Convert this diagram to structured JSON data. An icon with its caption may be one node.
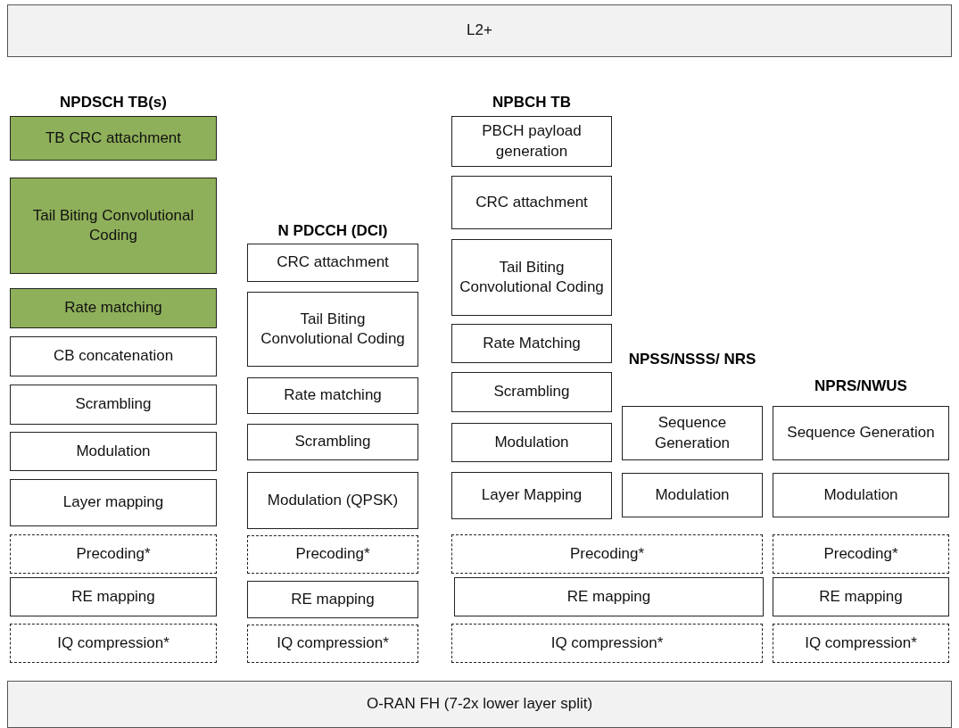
{
  "diagram": {
    "nodes": [
      {
        "text": [
          "L2+"
        ]
      },
      {
        "text": [
          "TB CRC attachment"
        ]
      },
      {
        "text": [
          "Tail Biting Convolutional Coding"
        ]
      },
      {
        "text": [
          "Rate matching"
        ]
      },
      {
        "text": [
          "CB concatenation"
        ]
      },
      {
        "text": [
          "Scrambling"
        ]
      },
      {
        "text": [
          "Modulation"
        ]
      },
      {
        "text": [
          "Layer mapping"
        ]
      },
      {
        "text": [
          "Precoding*"
        ]
      },
      {
        "text": [
          "RE mapping"
        ]
      },
      {
        "text": [
          "IQ compression*"
        ]
      },
      {
        "text": [
          "CRC attachment"
        ]
      },
      {
        "text": [
          "Tail Biting Convolutional Coding"
        ]
      },
      {
        "text": [
          "Rate matching"
        ]
      },
      {
        "text": [
          "Scrambling"
        ]
      },
      {
        "text": [
          "Modulation (QPSK)"
        ]
      },
      {
        "text": [
          "Precoding*"
        ]
      },
      {
        "text": [
          "RE mapping"
        ]
      },
      {
        "text": [
          "IQ compression*"
        ]
      },
      {
        "text": [
          "PBCH payload generation"
        ]
      },
      {
        "text": [
          "CRC attachment"
        ]
      },
      {
        "text": [
          "Tail Biting Convolutional Coding"
        ]
      },
      {
        "text": [
          "Rate Matching"
        ]
      },
      {
        "text": [
          "Scrambling"
        ]
      },
      {
        "text": [
          "Modulation"
        ]
      },
      {
        "text": [
          "Layer Mapping"
        ]
      },
      {
        "text": [
          "Sequence Generation"
        ]
      },
      {
        "text": [
          "Modulation"
        ]
      },
      {
        "text": [
          "Precoding*"
        ]
      },
      {
        "text": [
          "RE mapping"
        ]
      },
      {
        "text": [
          "IQ compression*"
        ]
      },
      {
        "text": [
          "Sequence Generation"
        ]
      },
      {
        "text": [
          "Modulation"
        ]
      },
      {
        "text": [
          "Precoding*"
        ]
      },
      {
        "text": [
          "RE mapping"
        ]
      },
      {
        "text": [
          "IQ compression*"
        ]
      },
      {
        "text": [
          "O-RAN FH (7-2x lower layer split)"
        ]
      }
    ],
    "labels": [
      "NPDSCH TB(s)",
      "NPBCH TB",
      "N PDCCH (DCI)",
      "NPSS/NSSS/ NRS",
      "NPRS/NWUS"
    ]
  }
}
